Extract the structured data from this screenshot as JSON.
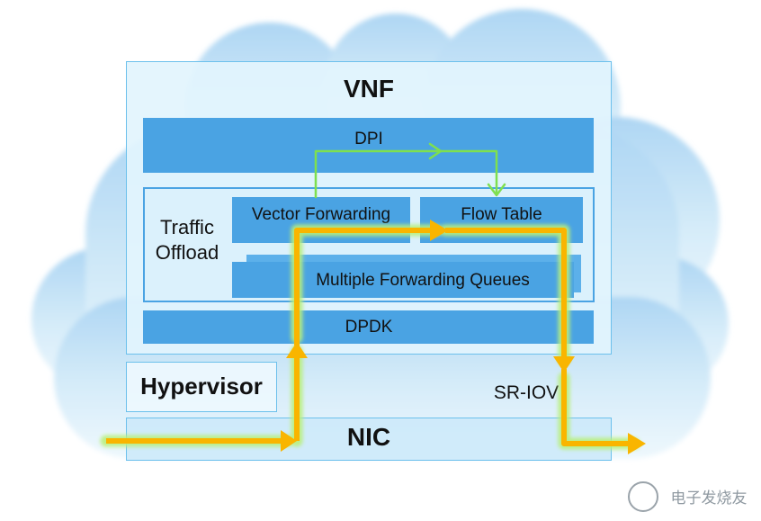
{
  "title": "VNF",
  "dpi": "DPI",
  "offload_label_line1": "Traffic",
  "offload_label_line2": "Offload",
  "vector_forwarding": "Vector Forwarding",
  "flow_table": "Flow Table",
  "multiple_queues": "Multiple Forwarding Queues",
  "dpdk": "DPDK",
  "hypervisor": "Hypervisor",
  "sriov": "SR-IOV",
  "nic": "NIC",
  "watermark": "电子发烧友",
  "colors": {
    "cloud": "#cfe7f8",
    "box_blue": "#4aa3e3",
    "border_light": "#6cc0ec",
    "yellow_path": "#f9b500",
    "green_glow": "#b9f07a",
    "dpi_path": "#7ee04f"
  }
}
